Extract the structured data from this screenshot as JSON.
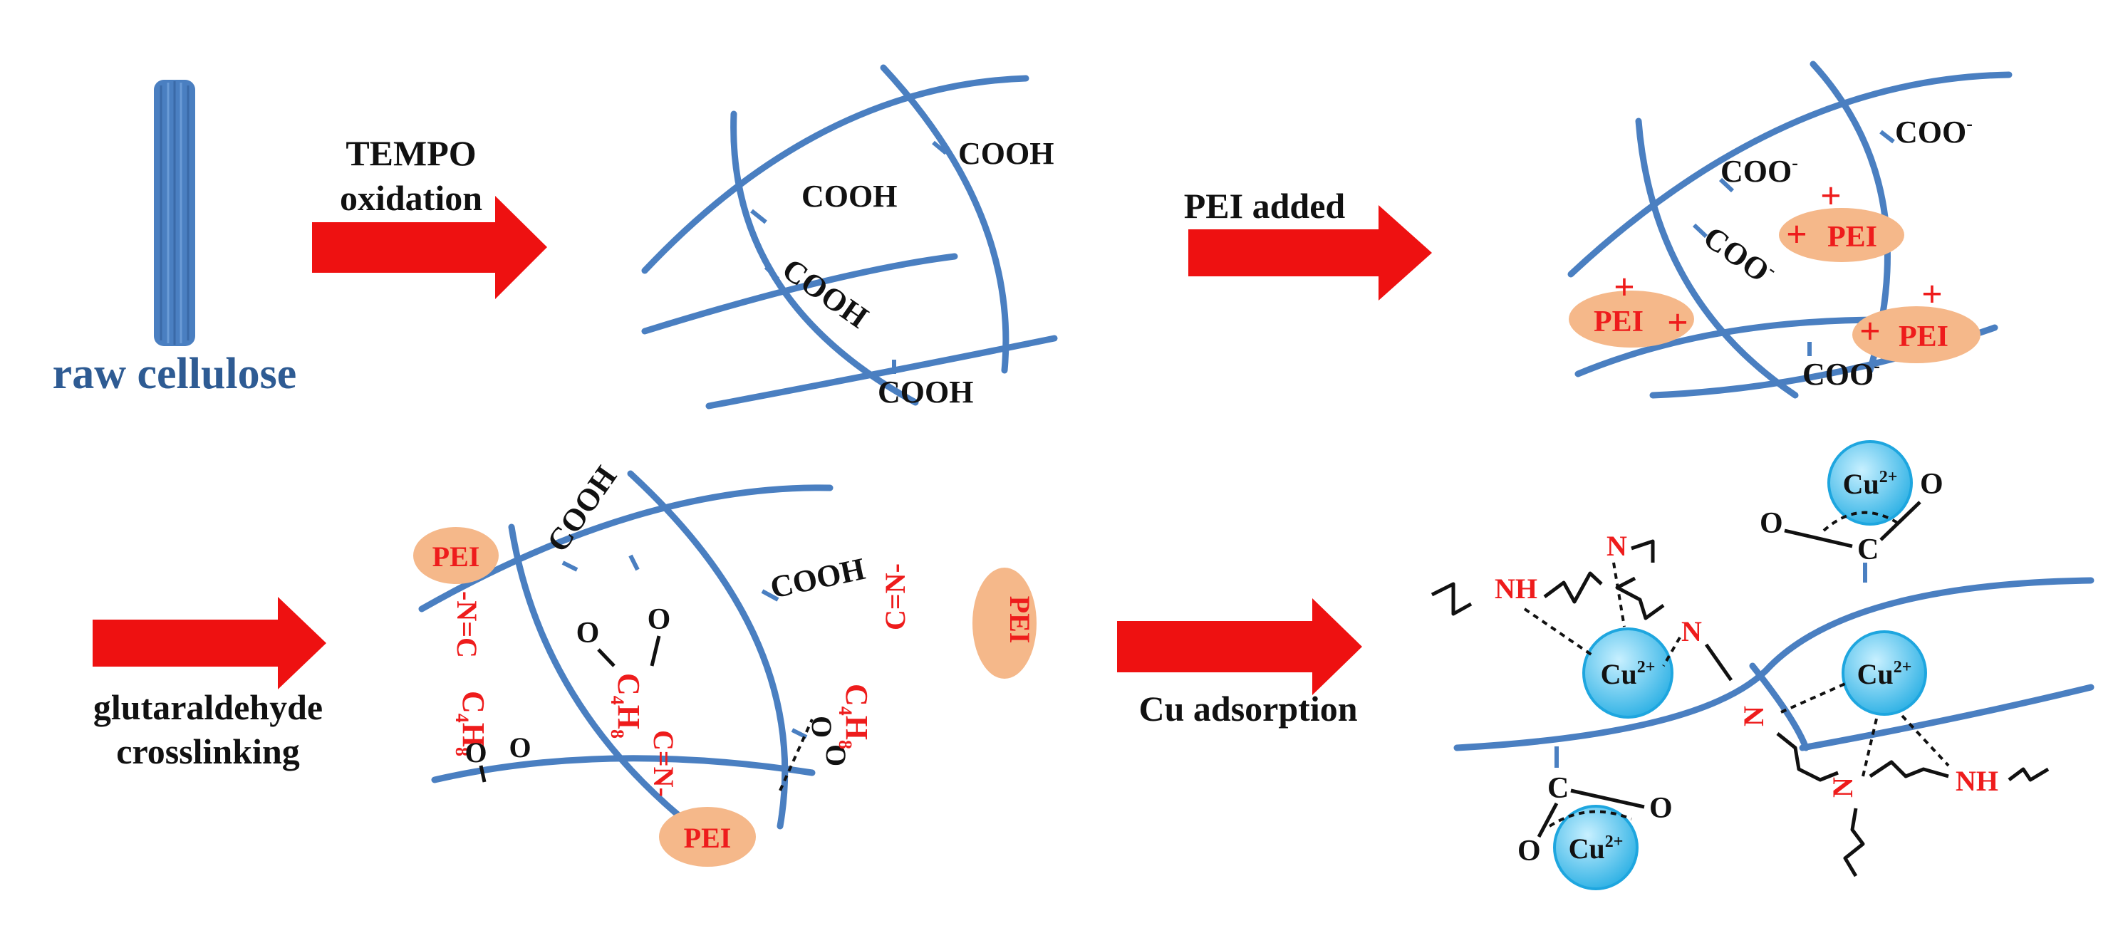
{
  "steps": {
    "raw_cellulose": "raw cellulose",
    "tempo_line1": "TEMPO",
    "tempo_line2": "oxidation",
    "pei_added": "PEI added",
    "glut_line1": "glutaraldehyde",
    "glut_line2": "crosslinking",
    "cu_adsorption": "Cu adsorption"
  },
  "groups": {
    "cooh": "COOH",
    "coo": "COO",
    "coo_sup": "-",
    "pei": "PEI",
    "plus": "+",
    "cu": "Cu",
    "cu_sup": "2+",
    "nh": "NH",
    "n": "N",
    "o": "O",
    "c": "C",
    "c4h8": "C",
    "c4h8_sub1": "4",
    "h": "H",
    "c4h8_sub2": "8",
    "imine": "C=N-",
    "imine_rev": "-N=C"
  },
  "colors": {
    "fiber": "#4a7fc1",
    "arrow": "#ee1111",
    "pei_fill": "#f5b88a",
    "cu_fill": "#5ec8ee",
    "red_text": "#ee1c1c",
    "raw_label": "#2e5b93"
  }
}
